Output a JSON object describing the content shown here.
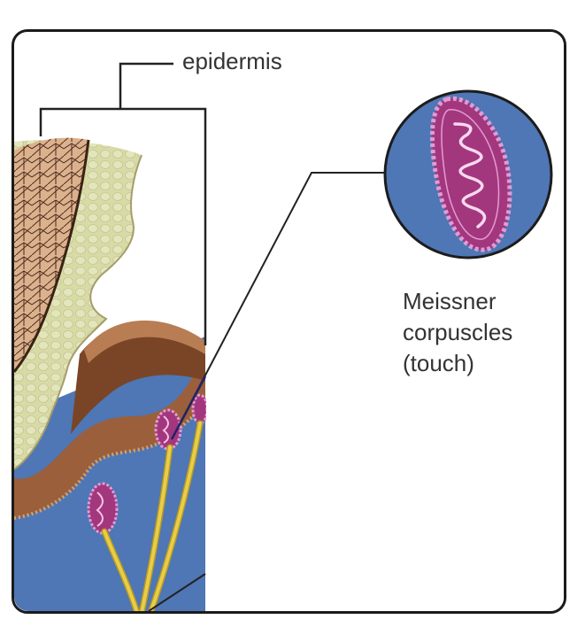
{
  "labels": {
    "epidermis": "epidermis",
    "meissner_line1": "Meissner",
    "meissner_line2": "corpuscles",
    "meissner_line3": "(touch)"
  },
  "colors": {
    "dermis_blue": "#4f76b5",
    "epidermis_cream": "#d9dca9",
    "stratum_corneum": "#dcb18d",
    "papilla_brown": "#9b5f3b",
    "corpuscle_magenta": "#a3377e",
    "corpuscle_outline": "#e59ad2",
    "nerve_yellow": "#e7cd4a",
    "leader_line": "#222222"
  }
}
